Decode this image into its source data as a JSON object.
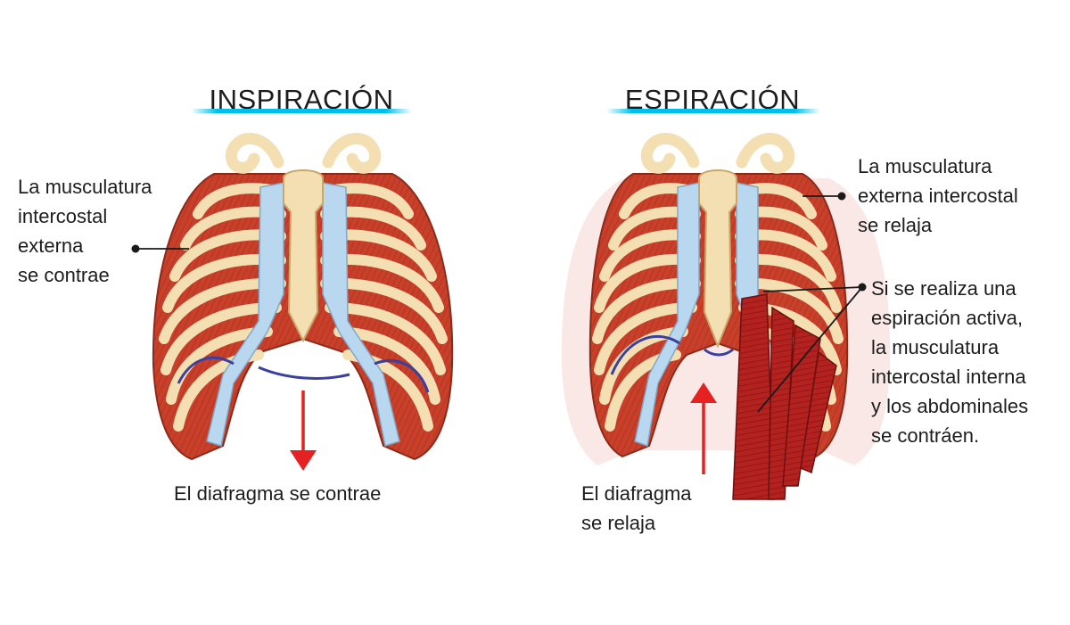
{
  "inspiration": {
    "title": "INSPIRACIÓN",
    "label_intercostal": [
      "La musculatura",
      "intercostal",
      "externa",
      "se contrae"
    ],
    "label_diaphragm": "El diafragma se contrae"
  },
  "expiration": {
    "title": "ESPIRACIÓN",
    "label_intercostal": [
      "La musculatura",
      "externa intercostal",
      "se relaja"
    ],
    "label_active": [
      "Si se realiza una",
      "espiración activa,",
      "la musculatura",
      "intercostal interna",
      "y los abdominales",
      "se contráen."
    ],
    "label_diaphragm": [
      "El diafragma",
      "se relaja"
    ]
  },
  "colors": {
    "accent_bar": "#00c0ea",
    "arrow": "#e52121",
    "muscle": "#c9402a",
    "bone": "#f3dfb2",
    "cartilage": "#b9d8f0",
    "diaphragm_line": "#3a3fa0"
  }
}
